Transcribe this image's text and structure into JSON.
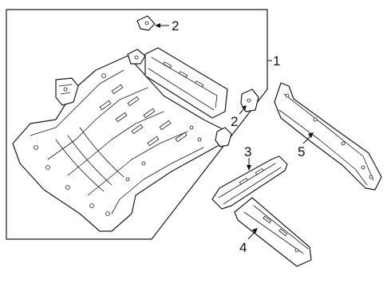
{
  "callouts": {
    "c1": "1",
    "c2_top": "2",
    "c2_mid": "2",
    "c3": "3",
    "c4": "4",
    "c5": "5"
  }
}
